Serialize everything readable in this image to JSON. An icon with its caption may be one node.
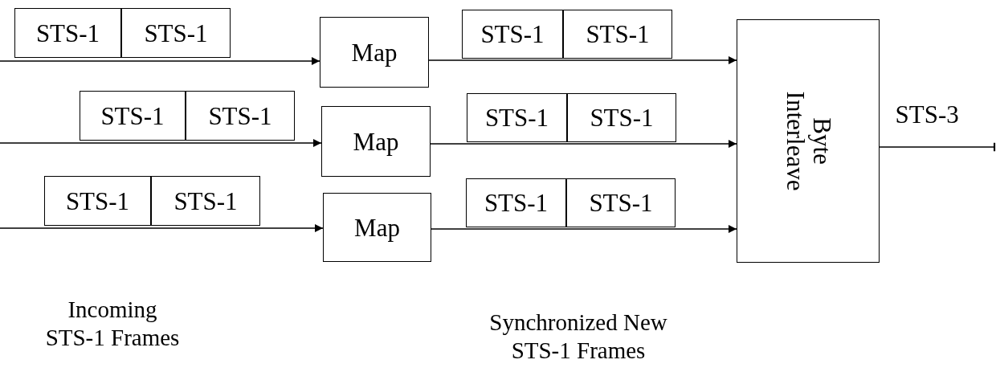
{
  "diagram": {
    "nodes": [
      {
        "text": [
          "STS-1"
        ]
      },
      {
        "text": [
          "STS-1"
        ]
      },
      {
        "text": [
          "Map"
        ]
      },
      {
        "text": [
          "STS-1"
        ]
      },
      {
        "text": [
          "STS-1"
        ]
      },
      {
        "text": [
          "Byte Interleave"
        ]
      },
      {
        "text": [
          "STS-1"
        ]
      },
      {
        "text": [
          "STS-1"
        ]
      },
      {
        "text": [
          "Map"
        ]
      },
      {
        "text": [
          "STS-1"
        ]
      },
      {
        "text": [
          "STS-1"
        ]
      },
      {
        "text": [
          "STS-1"
        ]
      },
      {
        "text": [
          "STS-1"
        ]
      },
      {
        "text": [
          "Map"
        ]
      },
      {
        "text": [
          "STS-1"
        ]
      },
      {
        "text": [
          "STS-1"
        ]
      }
    ],
    "edges": [
      {
        "from": null,
        "to": 2,
        "arrow": "to"
      },
      {
        "from": null,
        "to": 8,
        "arrow": "to"
      },
      {
        "from": null,
        "to": 13,
        "arrow": "to"
      },
      {
        "from": 2,
        "to": 5,
        "arrow": "to"
      },
      {
        "from": 8,
        "to": 5,
        "arrow": "to"
      },
      {
        "from": 13,
        "to": 5,
        "arrow": "to"
      },
      {
        "from": 5,
        "to": null,
        "arrow": "other",
        "label": "STS-3"
      }
    ],
    "labels": [
      "Incoming STS-1 Frames",
      "Synchronized New STS-1 Frames"
    ]
  }
}
